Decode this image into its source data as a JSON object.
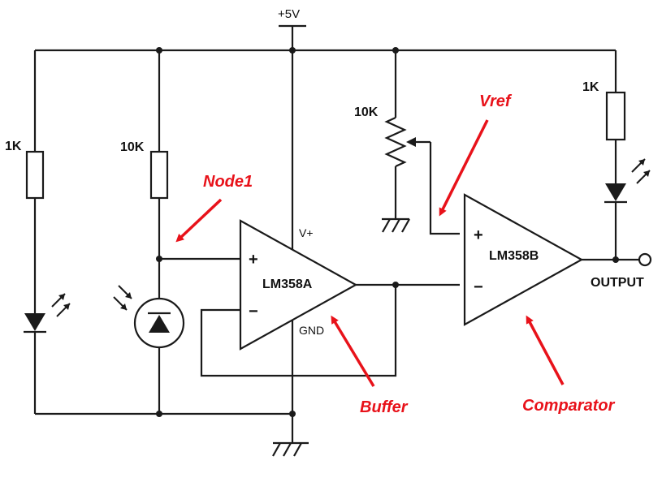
{
  "labels": {
    "supply": "+5V",
    "r_led1": "1K",
    "r_photo": "10K",
    "pot": "10K",
    "r_led2": "1K",
    "opamp_a": "LM358A",
    "opamp_b": "LM358B",
    "vplus": "V+",
    "gnd": "GND",
    "output": "OUTPUT",
    "plus_a": "+",
    "minus_a": "−",
    "plus_b": "+",
    "minus_b": "−"
  },
  "annotations": {
    "node1": "Node1",
    "vref": "Vref",
    "buffer": "Buffer",
    "comparator": "Comparator"
  },
  "colors": {
    "wire": "#1a1a1a",
    "annotation": "#e8121a"
  }
}
